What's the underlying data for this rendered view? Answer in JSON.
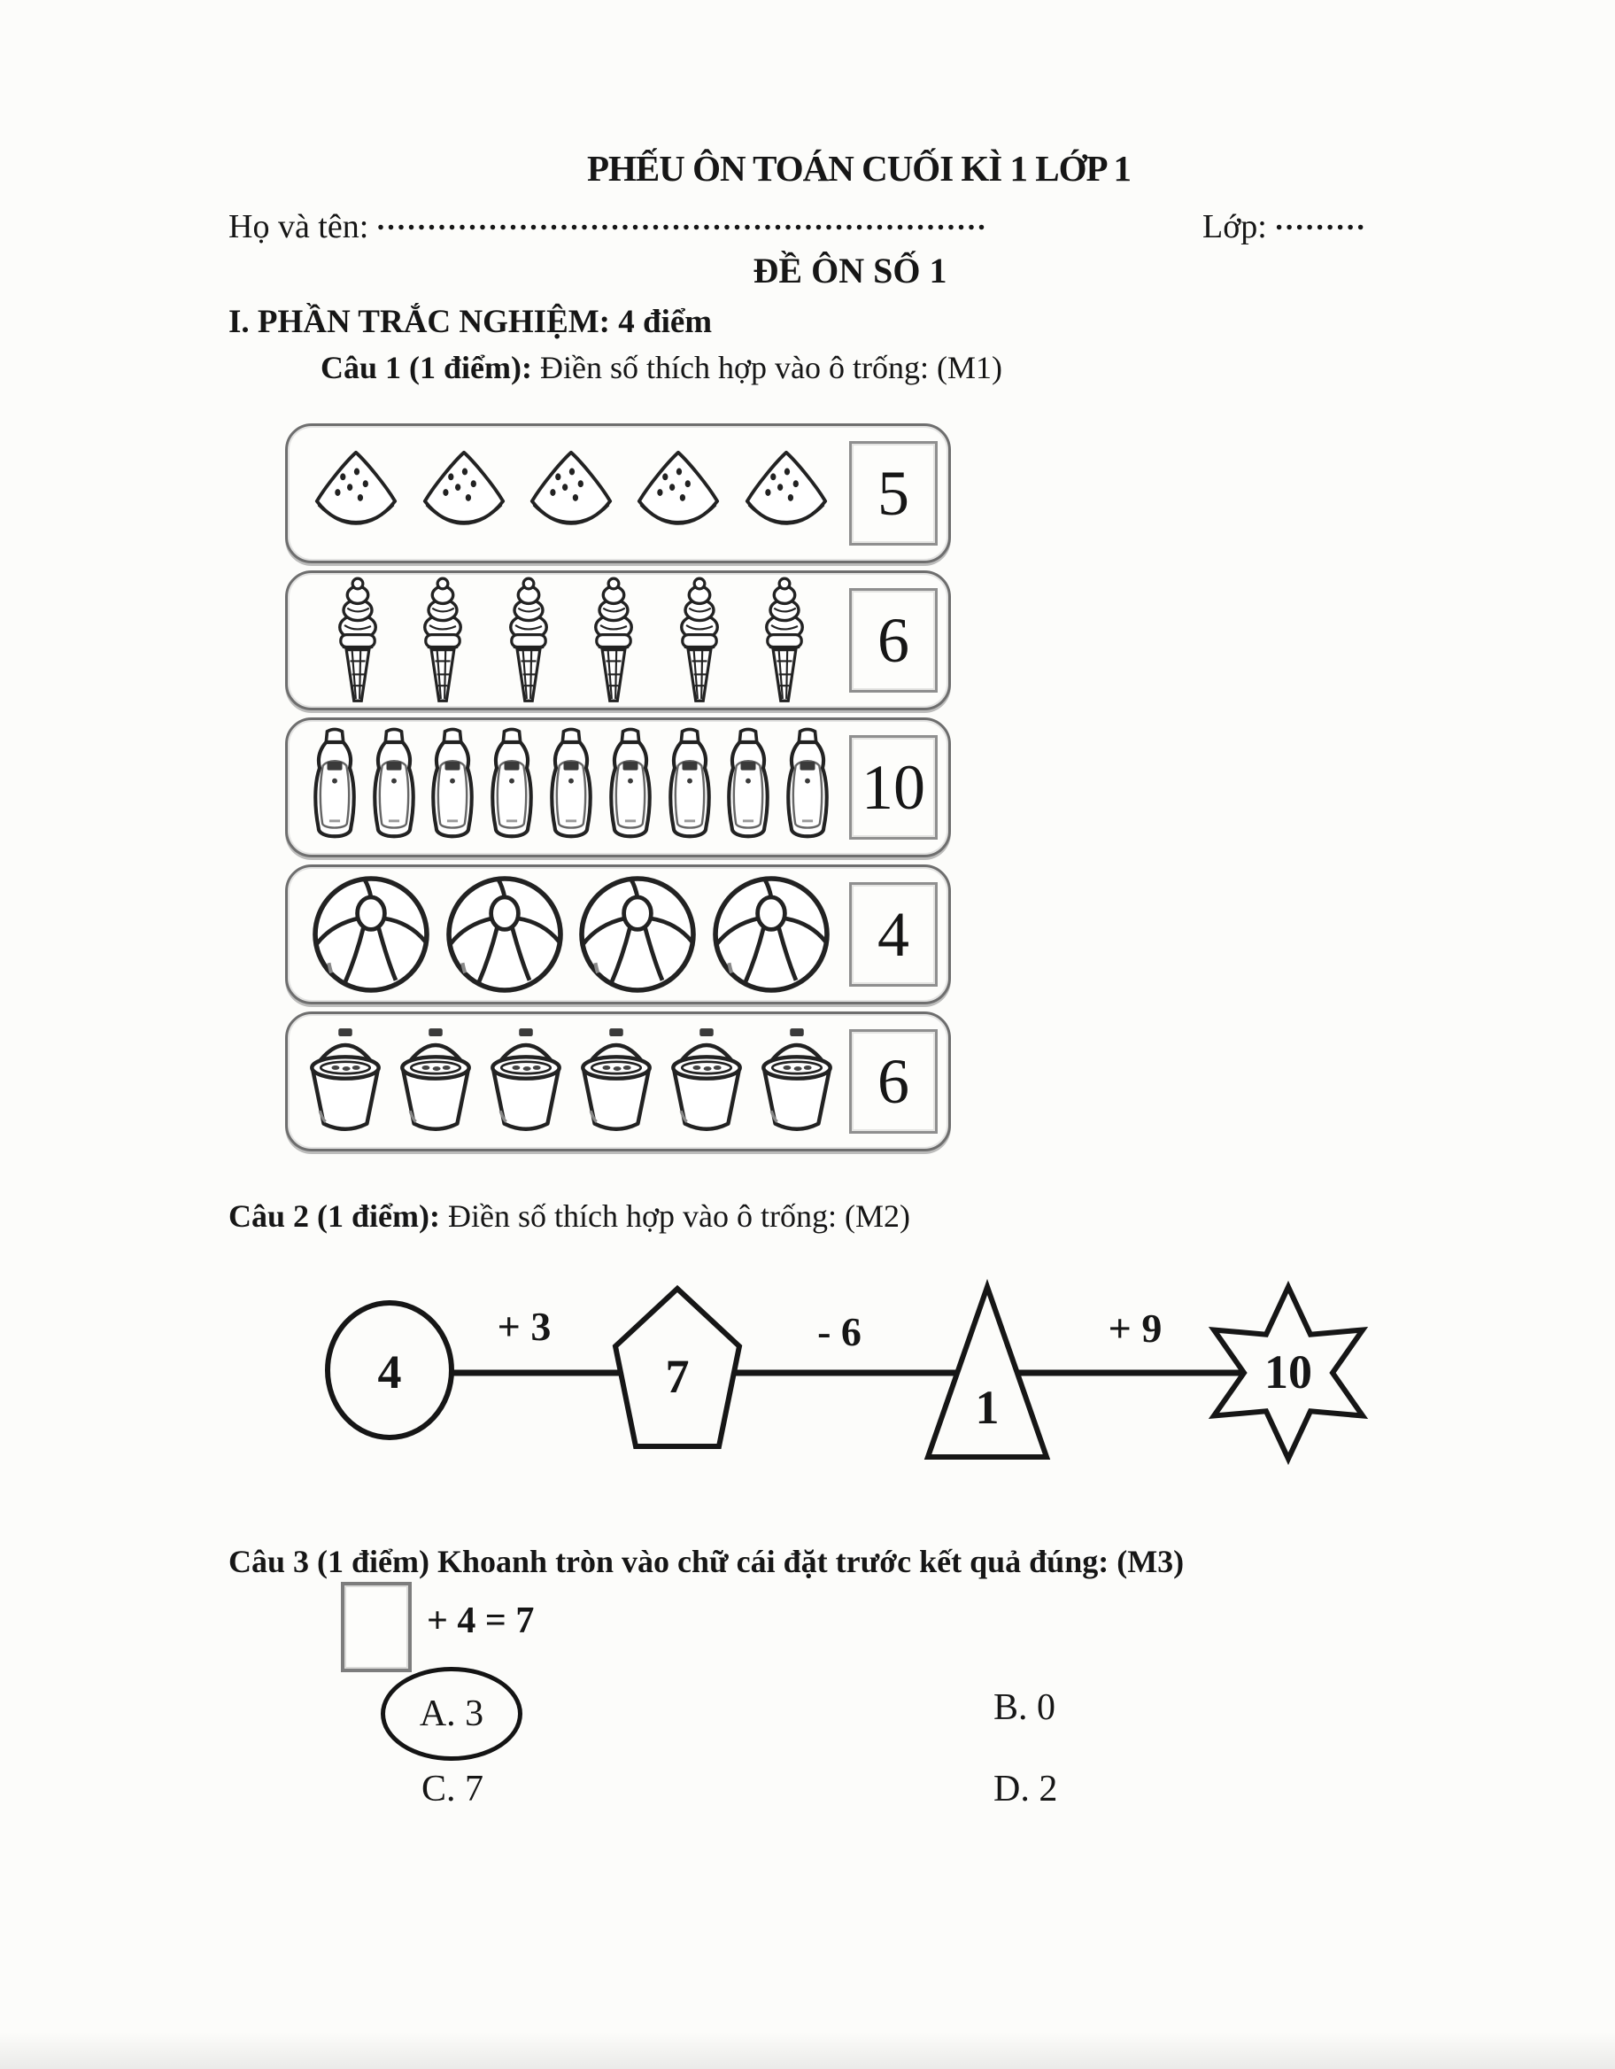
{
  "page": {
    "title": "PHẾU ÔN TOÁN CUỐI KÌ 1 LỚP 1",
    "name_label": "Họ và tên:",
    "name_dots": "..............................................................................",
    "class_label": "Lớp:",
    "class_dots": ".........",
    "subtitle": "ĐỀ ÔN SỐ 1",
    "section1": "I. PHẦN TRẮC NGHIỆM: 4 điểm"
  },
  "q1": {
    "label_bold": "Câu 1 (1 điểm):",
    "label_rest": " Điền số thích hợp vào ô trống: (M1)",
    "rows": [
      {
        "icon": "watermelon",
        "count": 5,
        "answer": "5"
      },
      {
        "icon": "icecream",
        "count": 6,
        "answer": "6"
      },
      {
        "icon": "bottle",
        "count": 9,
        "answer": "10"
      },
      {
        "icon": "ball",
        "count": 4,
        "answer": "4"
      },
      {
        "icon": "bucket",
        "count": 6,
        "answer": "6"
      }
    ]
  },
  "q2": {
    "label_bold": "Câu 2 (1 điểm):",
    "label_rest": " Điền số thích hợp vào ô trống: (M2)",
    "chain": {
      "circle_value": "4",
      "op1": "+ 3",
      "pentagon_value": "7",
      "op2": "- 6",
      "triangle_value": "1",
      "op3": "+ 9",
      "star_value": "10"
    }
  },
  "q3": {
    "label_bold": "Câu 3 (1 điểm)",
    "label_rest": " Khoanh tròn vào chữ cái đặt trước kết quả đúng: (M3)",
    "equation": "+ 4 = 7",
    "options": {
      "a": "A. 3",
      "b": "B. 0",
      "c": "C. 7",
      "d": "D. 2"
    }
  }
}
